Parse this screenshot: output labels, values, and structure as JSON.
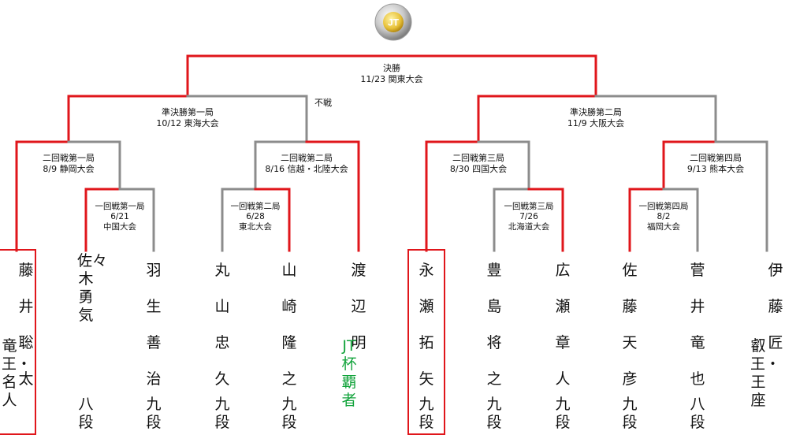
{
  "trophy_label": "JT",
  "rounds": {
    "final": {
      "name": "決勝",
      "detail": "11/23 関東大会"
    },
    "semi1": {
      "name": "準決勝第一局",
      "detail": "10/12 東海大会"
    },
    "semi2": {
      "name": "準決勝第二局",
      "detail": "11/9 大阪大会"
    },
    "r2_1": {
      "name": "二回戦第一局",
      "detail": "8/9 静岡大会"
    },
    "r2_2": {
      "name": "二回戦第二局",
      "detail": "8/16 信越・北陸大会"
    },
    "r2_3": {
      "name": "二回戦第三局",
      "detail": "8/30 四国大会"
    },
    "r2_4": {
      "name": "二回戦第四局",
      "detail": "9/13 熊本大会"
    },
    "r1_1": {
      "name": "一回戦第一局",
      "date": "6/21",
      "venue": "中国大会"
    },
    "r1_2": {
      "name": "一回戦第二局",
      "date": "6/28",
      "venue": "東北大会"
    },
    "r1_3": {
      "name": "一回戦第三局",
      "date": "7/26",
      "venue": "北海道大会"
    },
    "r1_4": {
      "name": "一回戦第四局",
      "date": "8/2",
      "venue": "福岡大会"
    }
  },
  "bye_note": "不戦",
  "players": [
    {
      "name": "藤井聡太",
      "rank": "",
      "title": "竜王・名人"
    },
    {
      "name": "佐々木勇気",
      "rank": "八段",
      "title": ""
    },
    {
      "name": "羽生善治",
      "rank": "九段",
      "title": ""
    },
    {
      "name": "丸山忠久",
      "rank": "九段",
      "title": ""
    },
    {
      "name": "山崎隆之",
      "rank": "九段",
      "title": ""
    },
    {
      "name": "渡辺明",
      "rank": "",
      "title": "JT杯覇者"
    },
    {
      "name": "永瀬拓矢",
      "rank": "九段",
      "title": ""
    },
    {
      "name": "豊島将之",
      "rank": "九段",
      "title": ""
    },
    {
      "name": "広瀬章人",
      "rank": "九段",
      "title": ""
    },
    {
      "name": "佐藤天彦",
      "rank": "九段",
      "title": ""
    },
    {
      "name": "菅井竜也",
      "rank": "八段",
      "title": ""
    },
    {
      "name": "伊藤匠",
      "rank": "",
      "title": "叡王・王座"
    }
  ],
  "colors": {
    "winner": "#e0161b",
    "loser": "#8c8c8c",
    "champion_title": "#12a33b"
  }
}
